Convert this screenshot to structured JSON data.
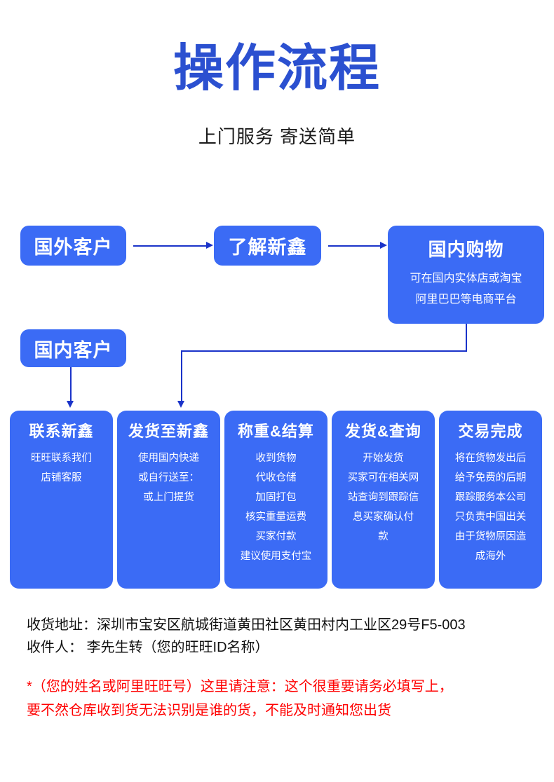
{
  "header": {
    "title": "操作流程",
    "subtitle": "上门服务 寄送简单",
    "title_color": "#2B50D0",
    "subtitle_color": "#1a1a1a"
  },
  "theme": {
    "box_fill": "#3B6BF5",
    "box_text": "#FFFFFF",
    "connector_color": "#1A33C9",
    "warning_color": "#FF0000",
    "page_background": "#FFFFFF"
  },
  "flow": {
    "top_row": [
      {
        "id": "overseas-customer",
        "title": "国外客户",
        "body": []
      },
      {
        "id": "learn-xinxin",
        "title": "了解新鑫",
        "body": []
      },
      {
        "id": "domestic-shopping",
        "title": "国内购物",
        "body": [
          "可在国内实体店或淘宝",
          "阿里巴巴等电商平台"
        ]
      }
    ],
    "second_row": [
      {
        "id": "domestic-customer",
        "title": "国内客户",
        "body": []
      }
    ],
    "steps": [
      {
        "id": "contact-xinxin",
        "title": "联系新鑫",
        "body": [
          "旺旺联系我们",
          "店铺客服"
        ]
      },
      {
        "id": "ship-to-xinxin",
        "title": "发货至新鑫",
        "body": [
          "使用国内快递",
          "或自行送至：",
          "或上门提货"
        ]
      },
      {
        "id": "weigh-and-settle",
        "title": "称重&结算",
        "body": [
          "收到货物",
          "代收仓储",
          "加固打包",
          "核实重量运费",
          "买家付款",
          "建议使用支付宝"
        ]
      },
      {
        "id": "ship-and-track",
        "title": "发货&查询",
        "body": [
          "开始发货",
          "买家可在相关网",
          "站查询到跟踪信",
          "息买家确认付",
          "款"
        ]
      },
      {
        "id": "transaction-complete",
        "title": "交易完成",
        "body": [
          "将在货物发出后",
          "给予免费的后期",
          "跟踪服务本公司",
          "只负责中国出关",
          "由于货物原因造",
          "成海外"
        ]
      }
    ],
    "connectors": [
      {
        "id": "overseas-to-learn",
        "type": "arrow-right"
      },
      {
        "id": "learn-to-shopping",
        "type": "arrow-right"
      },
      {
        "id": "domestic-customer-to-contact",
        "type": "arrow-down"
      },
      {
        "id": "shopping-to-ship",
        "type": "elbow-down-left-down"
      }
    ]
  },
  "footer": {
    "address_lines": [
      "收货地址：深圳市宝安区航城街道黄田社区黄田村内工业区29号F5-003",
      "收件人： 李先生转（您的旺旺ID名称）"
    ],
    "note_lines": [
      "*（您的姓名或阿里旺旺号）这里请注意：这个很重要请务必填写上，",
      "要不然仓库收到货无法识别是谁的货，不能及时通知您出货"
    ]
  }
}
